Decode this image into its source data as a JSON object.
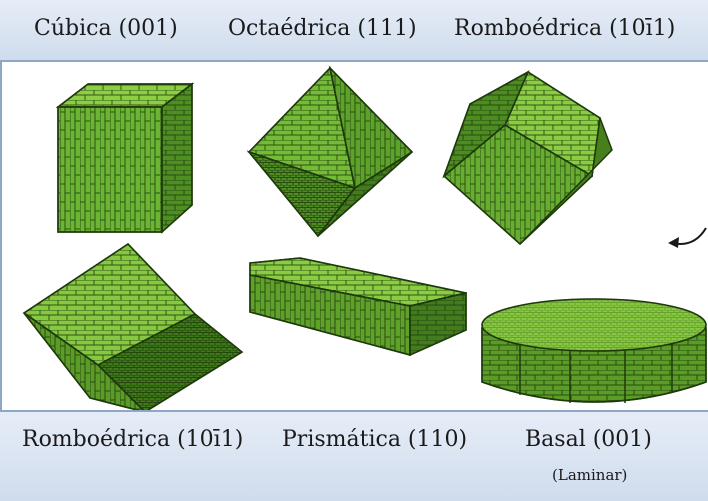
{
  "top_labels": [
    "Cúbica (001)",
    "Octaédrica (111)",
    "Romboédrica (10ī1)"
  ],
  "bottom_labels": [
    "Romboédrica (10ī1)",
    "Prismática (110)",
    "Basal (001)"
  ],
  "bottom_sublabel": "(Laminar)",
  "colors": {
    "face_light": "#7fc23a",
    "face_mid": "#5fa028",
    "face_dark": "#3f7a1a",
    "texture": "#1e3a0c",
    "band": "#d6e2f1"
  }
}
